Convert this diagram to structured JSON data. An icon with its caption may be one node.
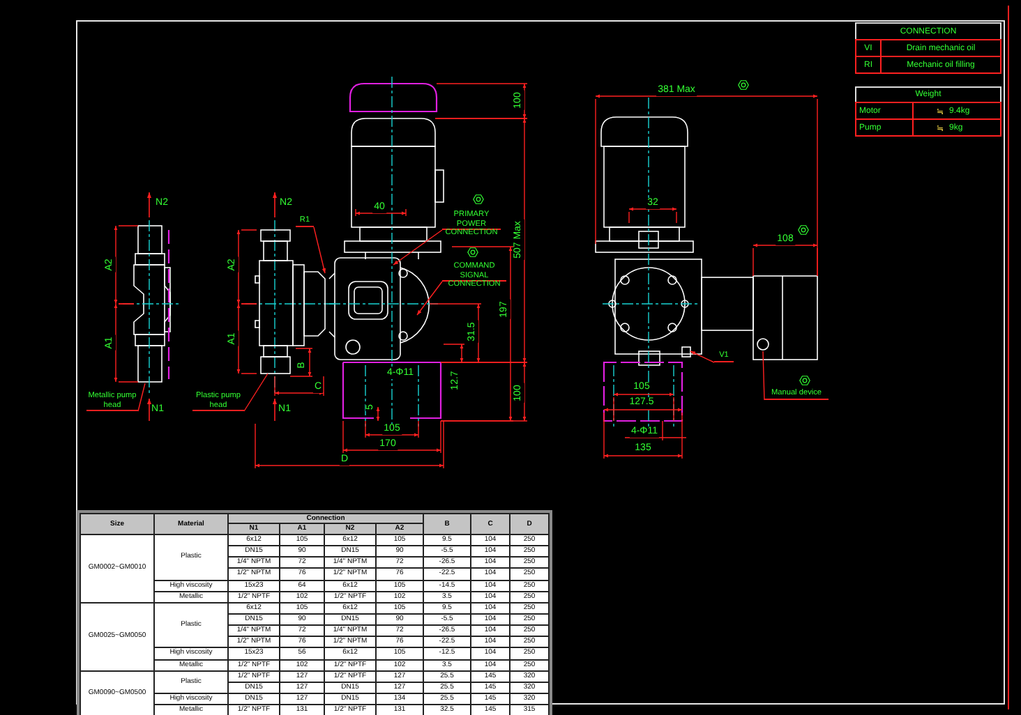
{
  "diagram": {
    "nodes": [
      {
        "text": [
          "Metallic pump head"
        ]
      },
      {
        "text": [
          "Plastic pump head"
        ]
      },
      {
        "text": [
          "R1"
        ]
      },
      {
        "text": [
          "PRIMARY POWER CONNECTION"
        ]
      },
      {
        "text": [
          "COMMAND SIGNAL CONNECTION"
        ]
      },
      {
        "text": [
          "V1"
        ]
      },
      {
        "text": [
          "Manual device"
        ]
      },
      {
        "text": [],
        "shape": "picture"
      },
      {
        "text": [],
        "shape": "box"
      }
    ],
    "edges": [
      {
        "from": 0,
        "to": null,
        "arrow": "none"
      },
      {
        "from": 1,
        "to": 7,
        "arrow": "none"
      },
      {
        "from": 2,
        "to": 7,
        "arrow": "to"
      },
      {
        "from": 3,
        "to": null,
        "arrow": "to"
      },
      {
        "from": 4,
        "to": null,
        "arrow": "to"
      },
      {
        "from": 5,
        "to": 8,
        "arrow": "to"
      },
      {
        "from": 6,
        "to": null,
        "arrow": "none"
      }
    ],
    "labels": [
      "CONNECTION",
      "VI",
      "Drain mechanic oil",
      "RI",
      "Mechanic oil filling",
      "Weight",
      "Motor",
      "≒",
      "9.4kg",
      "Pump",
      "≒",
      "9kg",
      "381 Max",
      "100",
      "N2",
      "N2",
      "40",
      "32",
      "507 Max",
      "108",
      "A2",
      "A2",
      "197",
      "31.5",
      "A1",
      "A1",
      "B",
      "12.7",
      "4-Φ11",
      "C",
      "105",
      "100",
      "127.5",
      "N1",
      "N1",
      "5",
      "105",
      "4-Φ11",
      "170",
      "135",
      "D",
      "Size",
      "Material",
      "Connection",
      "B",
      "C",
      "D",
      "N1",
      "A1",
      "N2",
      "A2",
      "GM0002~GM0010",
      "Plastic",
      "6x12",
      "105",
      "6x12",
      "105",
      "9.5",
      "104",
      "250",
      "DN15",
      "90",
      "DN15",
      "90",
      "-5.5",
      "104",
      "250",
      "1/4\" NPTM",
      "72",
      "1/4\" NPTM",
      "72",
      "-26.5",
      "104",
      "250",
      "1/2\" NPTM",
      "76",
      "1/2\" NPTM",
      "76",
      "-22.5",
      "104",
      "250",
      "High viscosity",
      "15x23",
      "64",
      "6x12",
      "105",
      "-14.5",
      "104",
      "250",
      "Metallic",
      "1/2\" NPTF",
      "102",
      "1/2\" NPTF",
      "102",
      "3.5",
      "104",
      "250",
      "GM0025~GM0050",
      "Plastic",
      "6x12",
      "105",
      "6x12",
      "105",
      "9.5",
      "104",
      "250",
      "DN15",
      "90",
      "DN15",
      "90",
      "-5.5",
      "104",
      "250",
      "1/4\" NPTM",
      "72",
      "1/4\" NPTM",
      "72",
      "-26.5",
      "104",
      "250",
      "1/2\" NPTM",
      "76",
      "1/2\" NPTM",
      "76",
      "-22.5",
      "104",
      "250",
      "High viscosity",
      "15x23",
      "56",
      "6x12",
      "105",
      "-12.5",
      "104",
      "250",
      "Metallic",
      "1/2\" NPTF",
      "102",
      "1/2\" NPTF",
      "102",
      "3.5",
      "104",
      "250",
      "GM0090~GM0500",
      "Plastic",
      "1/2\" NPTF",
      "127",
      "1/2\" NPTF",
      "127",
      "25.5",
      "145",
      "320",
      "DN15",
      "127",
      "DN15",
      "127",
      "25.5",
      "145",
      "320",
      "High viscosity",
      "DN15",
      "127",
      "DN15",
      "134",
      "25.5",
      "145",
      "320",
      "Metallic",
      "1/2\" NPTF",
      "131",
      "1/2\" NPTF",
      "131",
      "32.5",
      "145",
      "315"
    ]
  }
}
